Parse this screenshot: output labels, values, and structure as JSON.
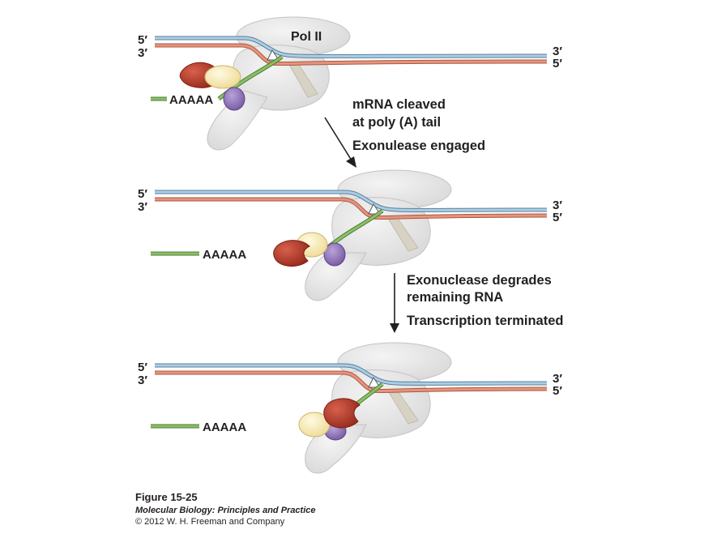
{
  "labels": {
    "five_prime": "5′",
    "three_prime": "3′",
    "pol_ii": "Pol II",
    "poly_a": "AAAAA"
  },
  "steps": {
    "step1_line1": "mRNA cleaved",
    "step1_line2": "at poly (A) tail",
    "step1_line3": "Exonulease engaged",
    "step2_line1": "Exonuclease degrades",
    "step2_line2": "remaining RNA",
    "step2_line3": "Transcription terminated"
  },
  "caption": {
    "figure": "Figure 15-25",
    "book": "Molecular Biology: Principles and Practice",
    "copyright": "© 2012 W. H. Freeman and Company"
  },
  "colors": {
    "template_strand_blue": "#a9cfe8",
    "coding_strand_red": "#e8937a",
    "rna_green": "#8cc063",
    "polymerase_gray": "#e2e2e2",
    "exonuclease_red": "#b03a2e",
    "factor_yellow": "#f6e7a6",
    "factor_purple": "#8a6fb3"
  }
}
